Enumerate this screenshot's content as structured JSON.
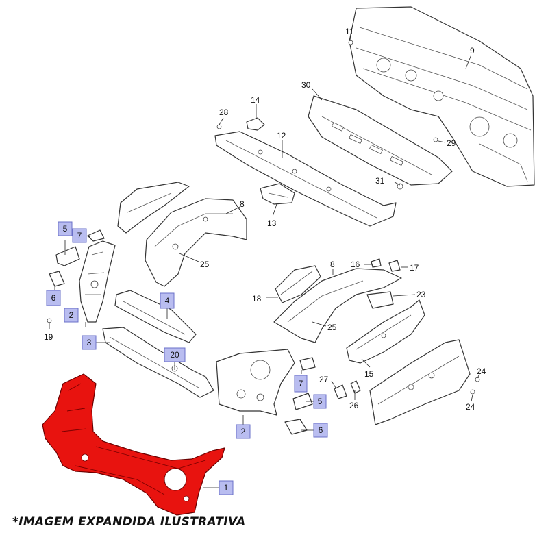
{
  "caption": "*IMAGEM EXPANDIDA ILUSTRATIVA",
  "colors": {
    "highlight_part": "#e8130f",
    "callout_box": "#b9bdf0"
  },
  "callouts_boxed": {
    "c1": "1",
    "c2a": "2",
    "c2b": "2",
    "c3": "3",
    "c4": "4",
    "c5a": "5",
    "c5b": "5",
    "c6a": "6",
    "c6b": "6",
    "c7a": "7",
    "c7b": "7",
    "c20": "20"
  },
  "callouts_plain": {
    "n8a": "8",
    "n8b": "8",
    "n9": "9",
    "n11": "11",
    "n12": "12",
    "n13": "13",
    "n14": "14",
    "n15": "15",
    "n16": "16",
    "n17": "17",
    "n18": "18",
    "n19": "19",
    "n23": "23",
    "n24a": "24",
    "n24b": "24",
    "n25a": "25",
    "n25b": "25",
    "n26": "26",
    "n27": "27",
    "n28": "28",
    "n29": "29",
    "n30": "30",
    "n31": "31"
  }
}
